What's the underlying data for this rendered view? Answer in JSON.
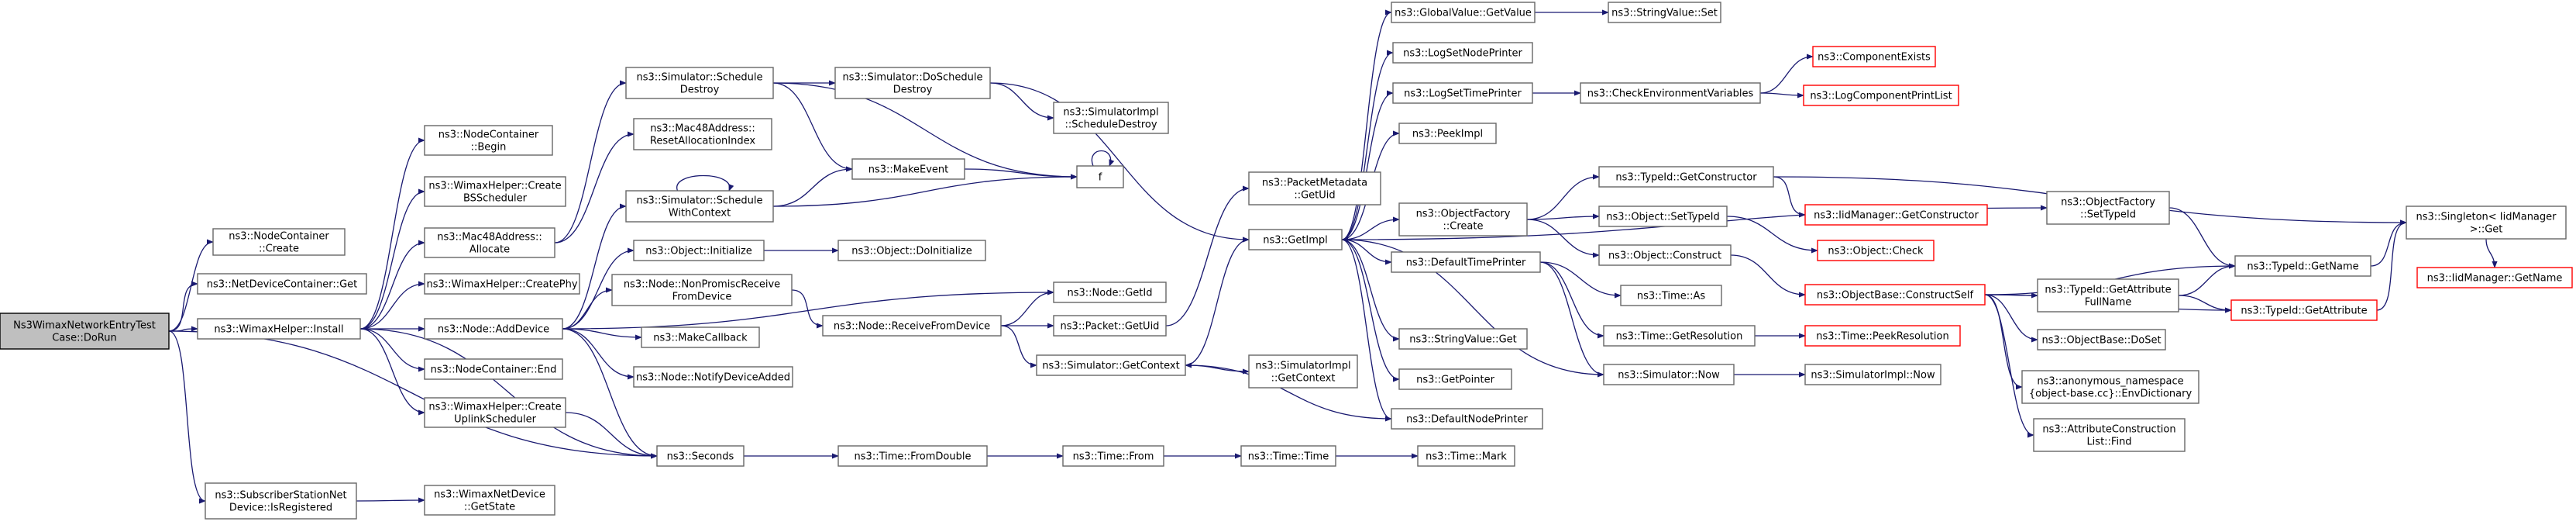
{
  "colors": {
    "edge": "#191970",
    "node_border": "#666666",
    "node_fill": "#ffffff",
    "root_fill": "#bfbfbf",
    "root_border": "#000000",
    "truncated_border": "#ff0000"
  },
  "nodes": {
    "root": {
      "lines": [
        "Ns3WimaxNetworkEntryTest",
        "Case::DoRun"
      ],
      "kind": "root"
    },
    "nc_create": {
      "lines": [
        "ns3::NodeContainer",
        "::Create"
      ]
    },
    "ndc_get": {
      "lines": [
        "ns3::NetDeviceContainer::Get"
      ]
    },
    "wh_install": {
      "lines": [
        "ns3::WimaxHelper::Install"
      ]
    },
    "ssnd_isreg": {
      "lines": [
        "ns3::SubscriberStationNet",
        "Device::IsRegistered"
      ]
    },
    "nc_begin": {
      "lines": [
        "ns3::NodeContainer",
        "::Begin"
      ]
    },
    "wh_createbs": {
      "lines": [
        "ns3::WimaxHelper::Create",
        "BSScheduler"
      ]
    },
    "mac_alloc": {
      "lines": [
        "ns3::Mac48Address::",
        "Allocate"
      ]
    },
    "wh_createphy": {
      "lines": [
        "ns3::WimaxHelper::CreatePhy"
      ]
    },
    "node_adddev": {
      "lines": [
        "ns3::Node::AddDevice"
      ]
    },
    "nc_end": {
      "lines": [
        "ns3::NodeContainer::End"
      ]
    },
    "wh_createul": {
      "lines": [
        "ns3::WimaxHelper::Create",
        "UplinkScheduler"
      ]
    },
    "seconds": {
      "lines": [
        "ns3::Seconds"
      ]
    },
    "wnd_getstate": {
      "lines": [
        "ns3::WimaxNetDevice",
        "::GetState"
      ]
    },
    "sim_schedestroy": {
      "lines": [
        "ns3::Simulator::Schedule",
        "Destroy"
      ]
    },
    "mac_reset": {
      "lines": [
        "ns3::Mac48Address::",
        "ResetAllocationIndex"
      ]
    },
    "sim_schedctx": {
      "lines": [
        "ns3::Simulator::Schedule",
        "WithContext"
      ]
    },
    "obj_init": {
      "lines": [
        "ns3::Object::Initialize"
      ]
    },
    "node_nonprom": {
      "lines": [
        "ns3::Node::NonPromiscReceive",
        "FromDevice"
      ]
    },
    "makecallback": {
      "lines": [
        "ns3::MakeCallback"
      ]
    },
    "node_notify": {
      "lines": [
        "ns3::Node::NotifyDeviceAdded"
      ]
    },
    "sim_dosched": {
      "lines": [
        "ns3::Simulator::DoSchedule",
        "Destroy"
      ]
    },
    "simimpl_schdest": {
      "lines": [
        "ns3::SimulatorImpl",
        "::ScheduleDestroy"
      ]
    },
    "makeevent": {
      "lines": [
        "ns3::MakeEvent"
      ]
    },
    "f": {
      "lines": [
        "f"
      ]
    },
    "obj_doinit": {
      "lines": [
        "ns3::Object::DoInitialize"
      ]
    },
    "node_getid": {
      "lines": [
        "ns3::Node::GetId"
      ]
    },
    "node_recv": {
      "lines": [
        "ns3::Node::ReceiveFromDevice"
      ]
    },
    "packet_getuid": {
      "lines": [
        "ns3::Packet::GetUid"
      ]
    },
    "sim_getctx": {
      "lines": [
        "ns3::Simulator::GetContext"
      ]
    },
    "pm_getuid": {
      "lines": [
        "ns3::PacketMetadata",
        "::GetUid"
      ]
    },
    "getimpl": {
      "lines": [
        "ns3::GetImpl"
      ]
    },
    "simimpl_getctx": {
      "lines": [
        "ns3::SimulatorImpl",
        "::GetContext"
      ]
    },
    "time_fromdouble": {
      "lines": [
        "ns3::Time::FromDouble"
      ]
    },
    "time_from": {
      "lines": [
        "ns3::Time::From"
      ]
    },
    "time_time": {
      "lines": [
        "ns3::Time::Time"
      ]
    },
    "time_mark": {
      "lines": [
        "ns3::Time::Mark"
      ]
    },
    "gv_getvalue": {
      "lines": [
        "ns3::GlobalValue::GetValue"
      ]
    },
    "sv_set": {
      "lines": [
        "ns3::StringValue::Set"
      ]
    },
    "logsetnode": {
      "lines": [
        "ns3::LogSetNodePrinter"
      ]
    },
    "logsettime": {
      "lines": [
        "ns3::LogSetTimePrinter"
      ]
    },
    "checkenv": {
      "lines": [
        "ns3::CheckEnvironmentVariables"
      ]
    },
    "compexists": {
      "lines": [
        "ns3::ComponentExists"
      ],
      "kind": "truncated"
    },
    "logcomplist": {
      "lines": [
        "ns3::LogComponentPrintList"
      ],
      "kind": "truncated"
    },
    "peekimpl": {
      "lines": [
        "ns3::PeekImpl"
      ]
    },
    "tid_getctor": {
      "lines": [
        "ns3::TypeId::GetConstructor"
      ]
    },
    "iidmgr_getctor": {
      "lines": [
        "ns3::IidManager::GetConstructor"
      ],
      "kind": "truncated"
    },
    "objfact_create": {
      "lines": [
        "ns3::ObjectFactory",
        "::Create"
      ]
    },
    "obj_settypeid": {
      "lines": [
        "ns3::Object::SetTypeId"
      ]
    },
    "obj_check": {
      "lines": [
        "ns3::Object::Check"
      ],
      "kind": "truncated"
    },
    "obj_construct": {
      "lines": [
        "ns3::Object::Construct"
      ]
    },
    "deftimeprinter": {
      "lines": [
        "ns3::DefaultTimePrinter"
      ]
    },
    "time_as": {
      "lines": [
        "ns3::Time::As"
      ]
    },
    "time_getres": {
      "lines": [
        "ns3::Time::GetResolution"
      ]
    },
    "time_peekres": {
      "lines": [
        "ns3::Time::PeekResolution"
      ],
      "kind": "truncated"
    },
    "sim_now": {
      "lines": [
        "ns3::Simulator::Now"
      ]
    },
    "simimpl_now": {
      "lines": [
        "ns3::SimulatorImpl::Now"
      ]
    },
    "sv_get": {
      "lines": [
        "ns3::StringValue::Get"
      ]
    },
    "getpointer": {
      "lines": [
        "ns3::GetPointer"
      ]
    },
    "defnodeprinter": {
      "lines": [
        "ns3::DefaultNodePrinter"
      ]
    },
    "objbase_cs": {
      "lines": [
        "ns3::ObjectBase::ConstructSelf"
      ],
      "kind": "truncated"
    },
    "tid_getattrfull": {
      "lines": [
        "ns3::TypeId::GetAttribute",
        "FullName"
      ]
    },
    "objbase_doset": {
      "lines": [
        "ns3::ObjectBase::DoSet"
      ]
    },
    "anon_envdict": {
      "lines": [
        "ns3::anonymous_namespace",
        "{object-base.cc}::EnvDictionary"
      ]
    },
    "attrcons_find": {
      "lines": [
        "ns3::AttributeConstruction",
        "List::Find"
      ]
    },
    "objfact_settid": {
      "lines": [
        "ns3::ObjectFactory",
        "::SetTypeId"
      ]
    },
    "tid_getname": {
      "lines": [
        "ns3::TypeId::GetName"
      ]
    },
    "tid_getattr": {
      "lines": [
        "ns3::TypeId::GetAttribute"
      ],
      "kind": "truncated"
    },
    "singleton_get": {
      "lines": [
        "ns3::Singleton< IidManager",
        " >::Get"
      ]
    },
    "iidmgr_getname": {
      "lines": [
        "ns3::IidManager::GetName"
      ],
      "kind": "truncated"
    }
  }
}
